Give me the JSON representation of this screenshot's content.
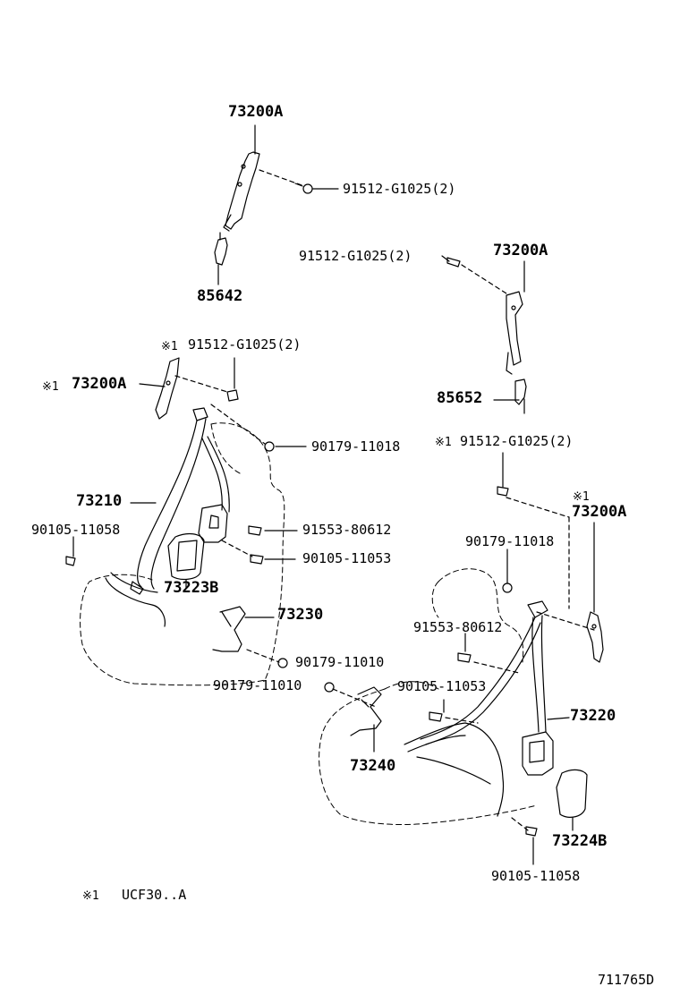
{
  "labels": {
    "p73200a_top": "73200A",
    "p91512_top": "91512-G1025(2)",
    "p85642": "85642",
    "p91512_mid": "91512-G1025(2)",
    "p73200a_mid": "73200A",
    "p85652": "85652",
    "m1_a": "※1",
    "p91512_left": "91512-G1025(2)",
    "m1_b": "※1",
    "p73200a_left": "73200A",
    "p90179_a": "90179-11018",
    "m1_c": "※1",
    "p91512_right": "91512-G1025(2)",
    "p73210": "73210",
    "m1_d": "※1",
    "p73200a_right": "73200A",
    "p90105_a": "90105-11058",
    "p91553_a": "91553-80612",
    "p90179_b": "90179-11018",
    "p90105_b": "90105-11053",
    "p73223b": "73223B",
    "p73230": "73230",
    "p91553_b": "91553-80612",
    "p90179_c": "90179-11010",
    "p90179_d": "90179-11010",
    "p90105_c": "90105-11053",
    "p73220": "73220",
    "p73240": "73240",
    "p73224b": "73224B",
    "p90105_d": "90105-11058",
    "legend_mark": "※1",
    "legend_text": "UCF30..A",
    "diagram_id": "711765D"
  }
}
